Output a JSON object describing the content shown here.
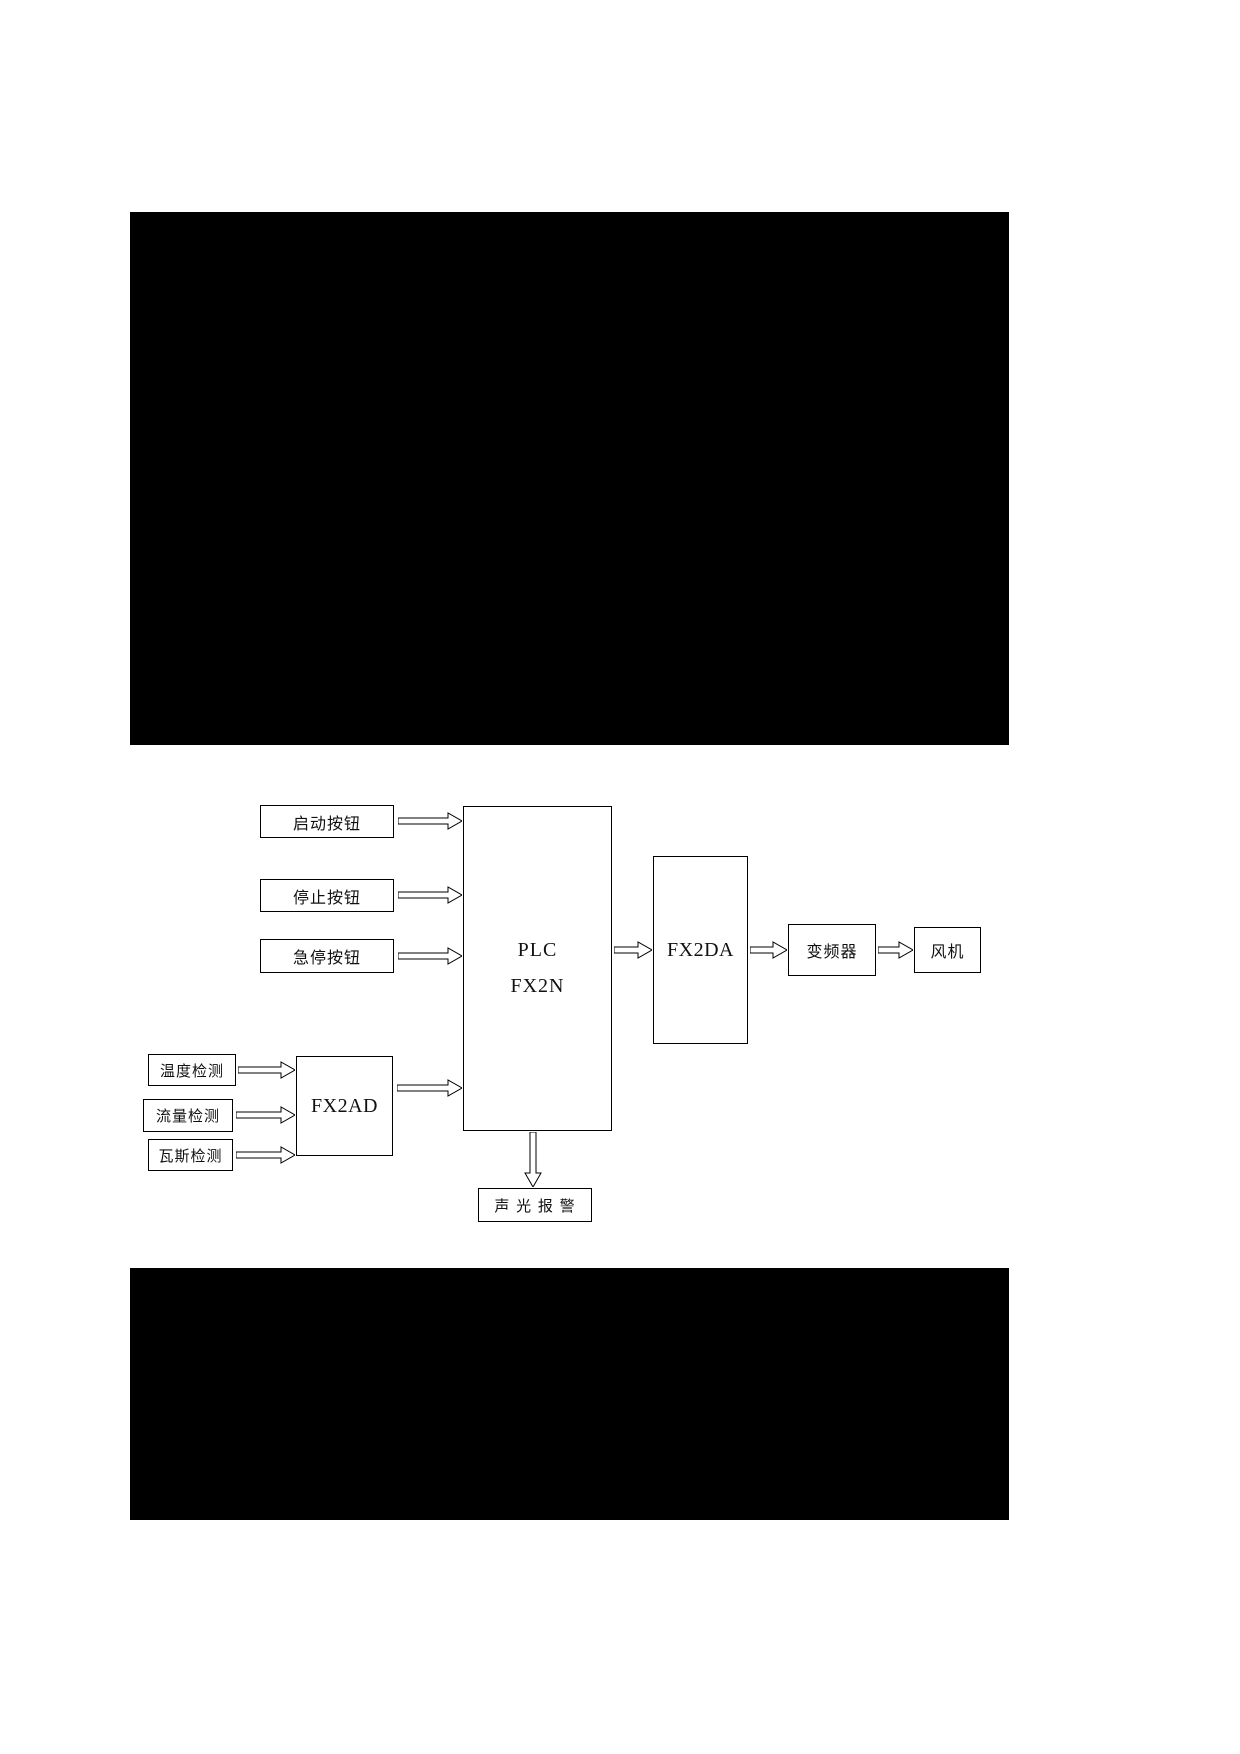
{
  "diagram": {
    "nodes": {
      "start_button": "启动按钮",
      "stop_button": "停止按钮",
      "emergency_stop_button": "急停按钮",
      "plc_line1": "PLC",
      "plc_line2": "FX2N",
      "fx2da": "FX2DA",
      "inverter": "变频器",
      "fan": "风机",
      "temperature_detection": "温度检测",
      "flow_detection": "流量检测",
      "gas_detection": "瓦斯检测",
      "fx2ad": "FX2AD",
      "sound_light_alarm": "声 光 报 警"
    },
    "edges": [
      {
        "from": "start_button",
        "to": "plc",
        "style": "hollow-arrow"
      },
      {
        "from": "stop_button",
        "to": "plc",
        "style": "hollow-arrow"
      },
      {
        "from": "emergency_stop_button",
        "to": "plc",
        "style": "hollow-arrow"
      },
      {
        "from": "temperature_detection",
        "to": "fx2ad",
        "style": "hollow-arrow"
      },
      {
        "from": "flow_detection",
        "to": "fx2ad",
        "style": "hollow-arrow"
      },
      {
        "from": "gas_detection",
        "to": "fx2ad",
        "style": "hollow-arrow"
      },
      {
        "from": "fx2ad",
        "to": "plc",
        "style": "hollow-arrow"
      },
      {
        "from": "plc",
        "to": "fx2da",
        "style": "hollow-arrow"
      },
      {
        "from": "fx2da",
        "to": "inverter",
        "style": "hollow-arrow"
      },
      {
        "from": "inverter",
        "to": "fan",
        "style": "hollow-arrow"
      },
      {
        "from": "plc",
        "to": "sound_light_alarm",
        "style": "hollow-arrow-down"
      }
    ],
    "colors": {
      "line": "#000000",
      "box_fill": "#ffffff",
      "redacted_block": "#000000",
      "page_background": "#ffffff"
    }
  }
}
